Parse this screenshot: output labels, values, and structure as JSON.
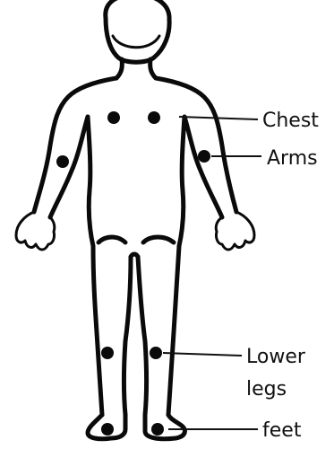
{
  "labels": {
    "chest": "Chest",
    "arms": "Arms",
    "lower_legs_line1": "Lower",
    "lower_legs_line2": "legs",
    "feet": "feet"
  },
  "colors": {
    "ink": "#0a0a0a",
    "background": "#ffffff"
  }
}
